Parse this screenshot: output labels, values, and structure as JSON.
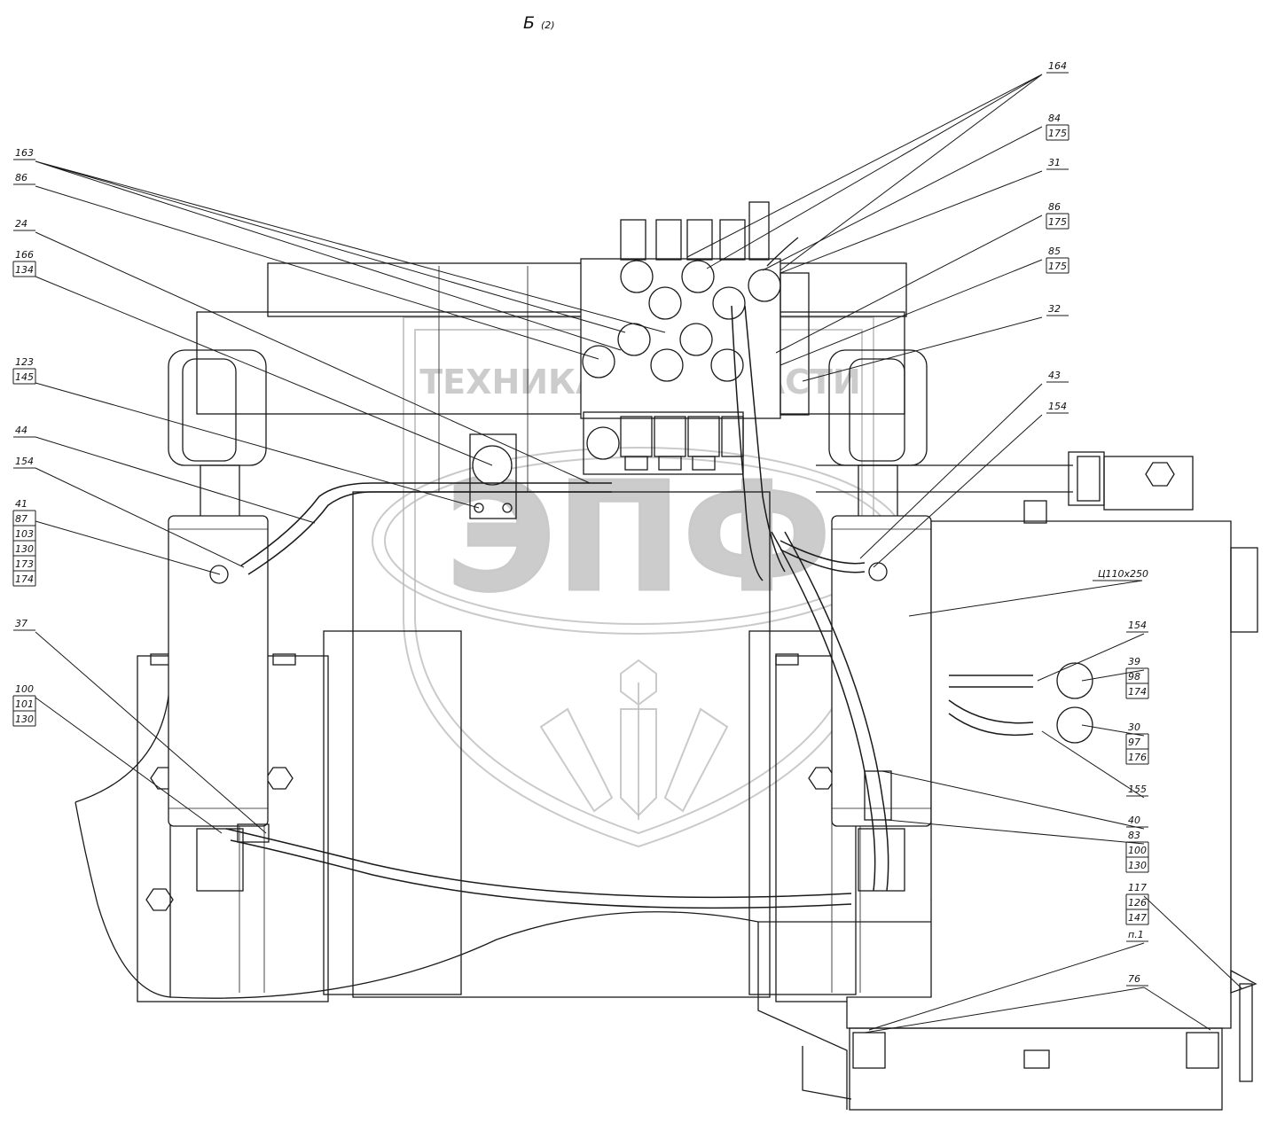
{
  "view_title": {
    "main": "Б",
    "sub": "(2)"
  },
  "watermark": {
    "text": "ТЕХНИКА И ЗАПЧАСТИ",
    "logo": "ЭПФ"
  },
  "cylinder_annotation": "Ц110х250",
  "callouts": [
    {
      "id": "c-164",
      "lines": [
        "164"
      ]
    },
    {
      "id": "c-84",
      "lines": [
        "84",
        "175"
      ]
    },
    {
      "id": "c-31",
      "lines": [
        "31"
      ]
    },
    {
      "id": "c-86r",
      "lines": [
        "86",
        "175"
      ]
    },
    {
      "id": "c-85",
      "lines": [
        "85",
        "175"
      ]
    },
    {
      "id": "c-32",
      "lines": [
        "32"
      ]
    },
    {
      "id": "c-43",
      "lines": [
        "43"
      ]
    },
    {
      "id": "c-154a",
      "lines": [
        "154"
      ]
    },
    {
      "id": "c-163",
      "lines": [
        "163"
      ]
    },
    {
      "id": "c-86l",
      "lines": [
        "86"
      ]
    },
    {
      "id": "c-24",
      "lines": [
        "24"
      ]
    },
    {
      "id": "c-166",
      "lines": [
        "166",
        "134"
      ]
    },
    {
      "id": "c-123",
      "lines": [
        "123",
        "145"
      ]
    },
    {
      "id": "c-44",
      "lines": [
        "44"
      ]
    },
    {
      "id": "c-154b",
      "lines": [
        "154"
      ]
    },
    {
      "id": "c-41",
      "lines": [
        "41",
        "87",
        "103",
        "130",
        "173",
        "174"
      ]
    },
    {
      "id": "c-37",
      "lines": [
        "37"
      ]
    },
    {
      "id": "c-100",
      "lines": [
        "100",
        "101",
        "130"
      ]
    },
    {
      "id": "c-154c",
      "lines": [
        "154"
      ]
    },
    {
      "id": "c-39",
      "lines": [
        "39",
        "98",
        "174"
      ]
    },
    {
      "id": "c-30",
      "lines": [
        "30",
        "97",
        "176"
      ]
    },
    {
      "id": "c-155",
      "lines": [
        "155"
      ]
    },
    {
      "id": "c-40",
      "lines": [
        "40"
      ]
    },
    {
      "id": "c-83",
      "lines": [
        "83",
        "100",
        "130"
      ]
    },
    {
      "id": "c-117",
      "lines": [
        "117",
        "126",
        "147"
      ]
    },
    {
      "id": "c-p1",
      "lines": [
        "п.1"
      ]
    },
    {
      "id": "c-76",
      "lines": [
        "76"
      ]
    }
  ]
}
